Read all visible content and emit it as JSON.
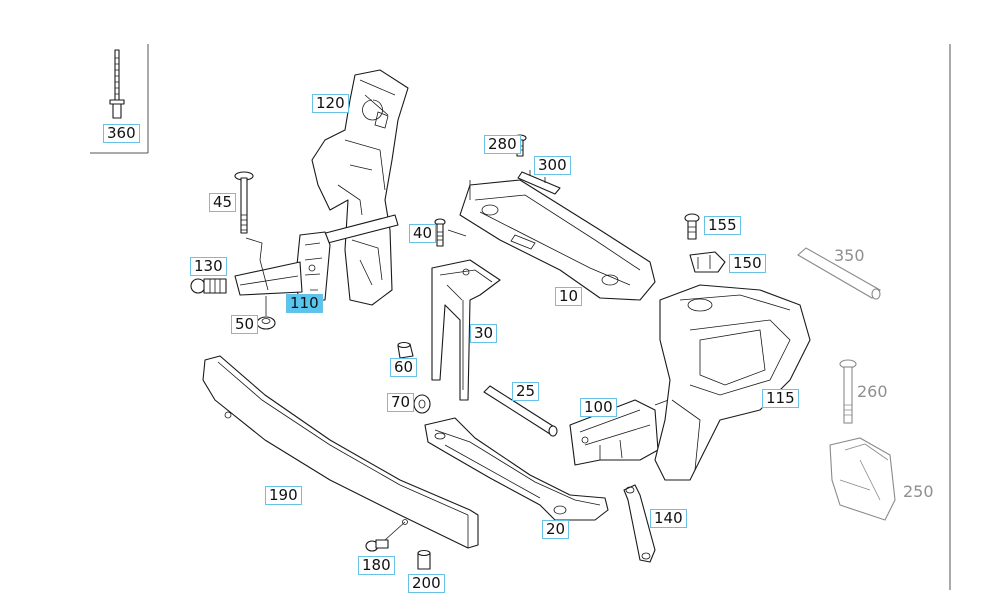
{
  "callouts": {
    "p360": "360",
    "p120": "120",
    "p280": "280",
    "p300": "300",
    "p45": "45",
    "p40": "40",
    "p155": "155",
    "p130": "130",
    "p150": "150",
    "p350": "350",
    "p110": "110",
    "p10": "10",
    "p50": "50",
    "p30": "30",
    "p60": "60",
    "p25": "25",
    "p260": "260",
    "p70": "70",
    "p100": "100",
    "p115": "115",
    "p190": "190",
    "p250": "250",
    "p140": "140",
    "p20": "20",
    "p180": "180",
    "p200": "200"
  },
  "selected_part": "110",
  "colors": {
    "callout_border": "#67c2e6",
    "callout_selected": "#58c5ee",
    "line": "#1a1a1a",
    "gray_label": "#8f8f8f"
  }
}
